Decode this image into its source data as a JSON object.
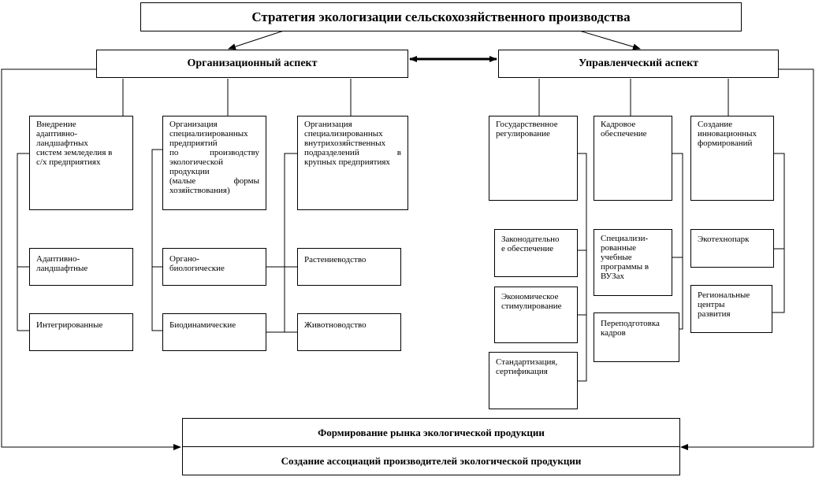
{
  "title": "Стратегия  экологизации   сельскохозяйственного производства",
  "org": {
    "heading": "Организационный аспект",
    "col1": {
      "top": "Внедрение\nадаптивно-\nландшафтных\nсистем земледелия в\nс/х предприятиях",
      "items": [
        "Адаптивно-\nландшафтные",
        "Интегрированные"
      ]
    },
    "col2": {
      "top": [
        "Организация",
        "специализированных",
        "предприятий",
        "по производству",
        "экологической",
        "продукции",
        "(малые формы",
        "хозяйствования)"
      ],
      "items": [
        "Органо-\nбиологические",
        "Биодинамические"
      ]
    },
    "col3": {
      "top": [
        "Организация",
        "специализированных",
        "внутрихозяйственных",
        "подразделений в",
        "крупных предприятиях"
      ],
      "items": [
        "Растениеводство",
        "Животноводство"
      ]
    }
  },
  "mgmt": {
    "heading": "Управленческий аспект",
    "col1": {
      "top": "Государственное\nрегулирование",
      "items": [
        "Законодательно\nе обеспечение",
        "Экономическое\nстимулирование",
        "Стандартизация,\nсертификация"
      ]
    },
    "col2": {
      "top": "Кадровое\nобеспечение",
      "items": [
        "Специализи-\nрованные\nучебные\nпрограммы в\nВУЗах",
        "Переподготовка\nкадров"
      ]
    },
    "col3": {
      "top": "Создание\nинновационных\nформирований",
      "items": [
        "Экотехнопарк",
        "Региональные\nцентры\nразвития"
      ]
    }
  },
  "bottom": {
    "line1": "Формирование рынка экологической продукции",
    "line2": "Создание ассоциаций производителей экологической продукции"
  }
}
